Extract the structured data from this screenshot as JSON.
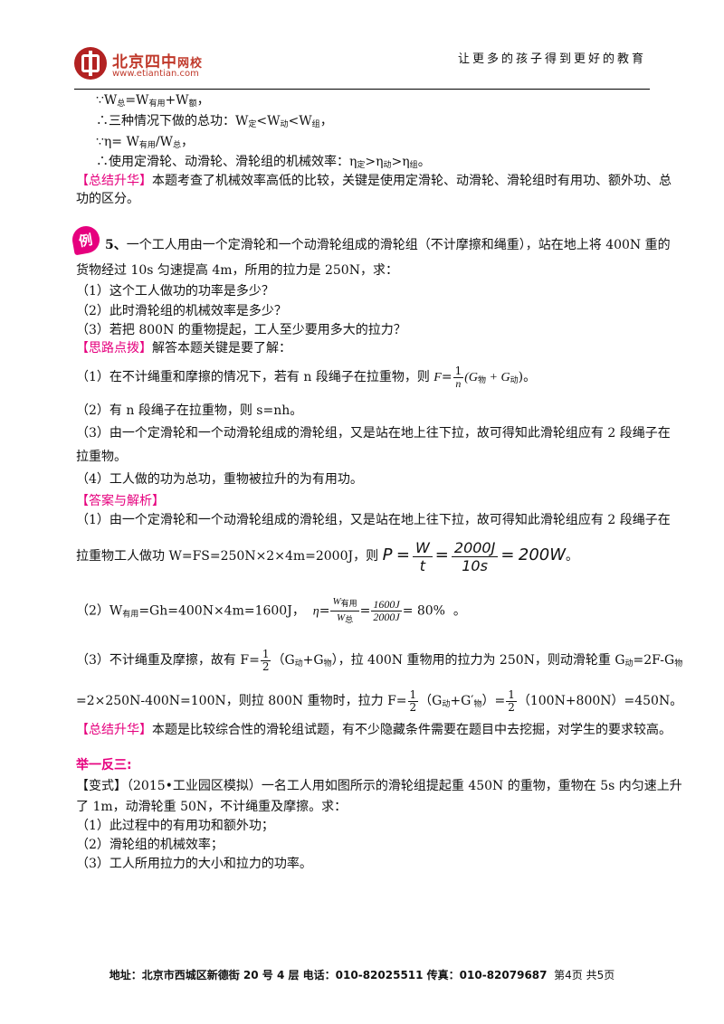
{
  "header": {
    "logo_name": "北京四中",
    "logo_suffix": "网校",
    "logo_url": "www.etiantian.com",
    "slogan": "让更多的孩子得到更好的教育"
  },
  "top_block": {
    "l1_pre": "∵W",
    "l1_s1": "总",
    "l1_mid": "=W",
    "l1_s2": "有用",
    "l1_mid2": "+W",
    "l1_s3": "额",
    "l1_end": "，",
    "l2_pre": "∴三种情况下做的总功：W",
    "l2_s1": "定",
    "l2_m1": "<W",
    "l2_s2": "动",
    "l2_m2": "<W",
    "l2_s3": "组",
    "l2_end": "，",
    "l3_pre": "∵η= W",
    "l3_s1": "有用",
    "l3_m1": "/W",
    "l3_s2": "总",
    "l3_end": "，",
    "l4_pre": "∴使用定滑轮、动滑轮、滑轮组的机械效率：η",
    "l4_s1": "定",
    "l4_m1": ">η",
    "l4_s2": "动",
    "l4_m2": ">η",
    "l4_s3": "组",
    "l4_end": "。",
    "summary_tag": "【总结升华】",
    "summary_1": "本题考查了机械效率高低的比较，关键是使用定滑轮、动滑轮、滑轮组时有用功、额外功、总",
    "summary_2": "功的区分。"
  },
  "example5": {
    "badge": "例",
    "number": "5、",
    "q1": "一个工人用由一个定滑轮和一个动滑轮组成的滑轮组（不计摩擦和绳重），站在地上将 400N 重的",
    "q2": "货物经过 10s 匀速提高 4m，所用的拉力是 250N，求：",
    "q3": "（1）这个工人做功的功率是多少？",
    "q4": "（2）此时滑轮组的机械效率是多少？",
    "q5": "（3）若把 800N 的重物提起，工人至少要用多大的拉力？",
    "hint_tag": "【思路点拨】",
    "hint": "解答本题关键是要了解：",
    "h1_pre": "（1）在不计绳重和摩擦的情况下，若有 n 段绳子在拉重物，则",
    "h1_F": "F",
    "h1_eq": "=",
    "h1_num": "1",
    "h1_den": "n",
    "h1_paren": "(G",
    "h1_s1": "物",
    "h1_plus": " + G",
    "h1_s2": "动",
    "h1_close": ")",
    "h1_end": "。",
    "h2": "（2）有 n 段绳子在拉重物，则 s=nh。",
    "h3a": "（3）由一个定滑轮和一个动滑轮组成的滑轮组，又是站在地上往下拉，故可得知此滑轮组应有 2 段绳子在",
    "h3b": "拉重物。",
    "h4": "（4）工人做的功为总功，重物被拉升的为有用功。",
    "answer_tag": "【答案与解析】",
    "a1a": "（1）由一个定滑轮和一个动滑轮组成的滑轮组，又是站在地上往下拉，故可得知此滑轮组应有 2 段绳子在",
    "a1b": "拉重物工人做功 W=FS=250N×2×4m=2000J，则",
    "a1_P": "P",
    "a1_eq1": "=",
    "a1_W": "W",
    "a1_t": "t",
    "a1_eq2": "=",
    "a1_num": "2000J",
    "a1_den": "10s",
    "a1_eq3": "=",
    "a1_res": "200W",
    "a1_end": "。",
    "a2_pre": "（2）W",
    "a2_s1": "有用",
    "a2_mid": "=Gh=400N×4m=1600J，",
    "a2_eta": "η",
    "a2_eq": "=",
    "a2_n1": "W",
    "a2_n1s": "有用",
    "a2_d1": "W",
    "a2_d1s": "总",
    "a2_eq2": "=",
    "a2_n2": "1600J",
    "a2_d2": "2000J",
    "a2_res": "= 80%",
    "a2_end": "。",
    "a3_pre": "（3）不计绳重及摩擦，故有 F=",
    "a3_num": "1",
    "a3_den": "2",
    "a3_mid": "（G",
    "a3_s1": "动",
    "a3_mid2": "+G",
    "a3_s2": "物",
    "a3_mid3": "），拉 400N 重物用的拉力为 250N，则动滑轮重 G",
    "a3_s3": "动",
    "a3_mid4": "=2F-G",
    "a3_s4": "物",
    "a4_pre": "=2×250N-400N=100N，则拉 800N 重物时，拉力 F=",
    "a4_num": "1",
    "a4_den": "2",
    "a4_mid": "（G",
    "a4_s1": "动",
    "a4_mid2": "+G′",
    "a4_s2": "物",
    "a4_mid3": "）=",
    "a4_num2": "1",
    "a4_den2": "2",
    "a4_end": "（100N+800N）=450N。",
    "summary_tag": "【总结升华】",
    "summary": "本题是比较综合性的滑轮组试题，有不少隐藏条件需要在题目中去挖掘，对学生的要求较高。"
  },
  "practice": {
    "heading": "举一反三:",
    "tag": "【变式】",
    "v1": "（2015•工业园区模拟）一名工人用如图所示的滑轮组提起重 450N 的重物，重物在 5s 内匀速上升",
    "v2": "了 1m，动滑轮重 50N，不计绳重及摩擦。求：",
    "v3": "（1）此过程中的有用功和额外功；",
    "v4": "（2）滑轮组的机械效率；",
    "v5": "（3）工人所用拉力的大小和拉力的功率。"
  },
  "footer": {
    "address": "地址：北京市西城区新德街 20 号 4 层  电话：010-82025511  传真：010-82079687",
    "page": "第4页  共5页"
  }
}
